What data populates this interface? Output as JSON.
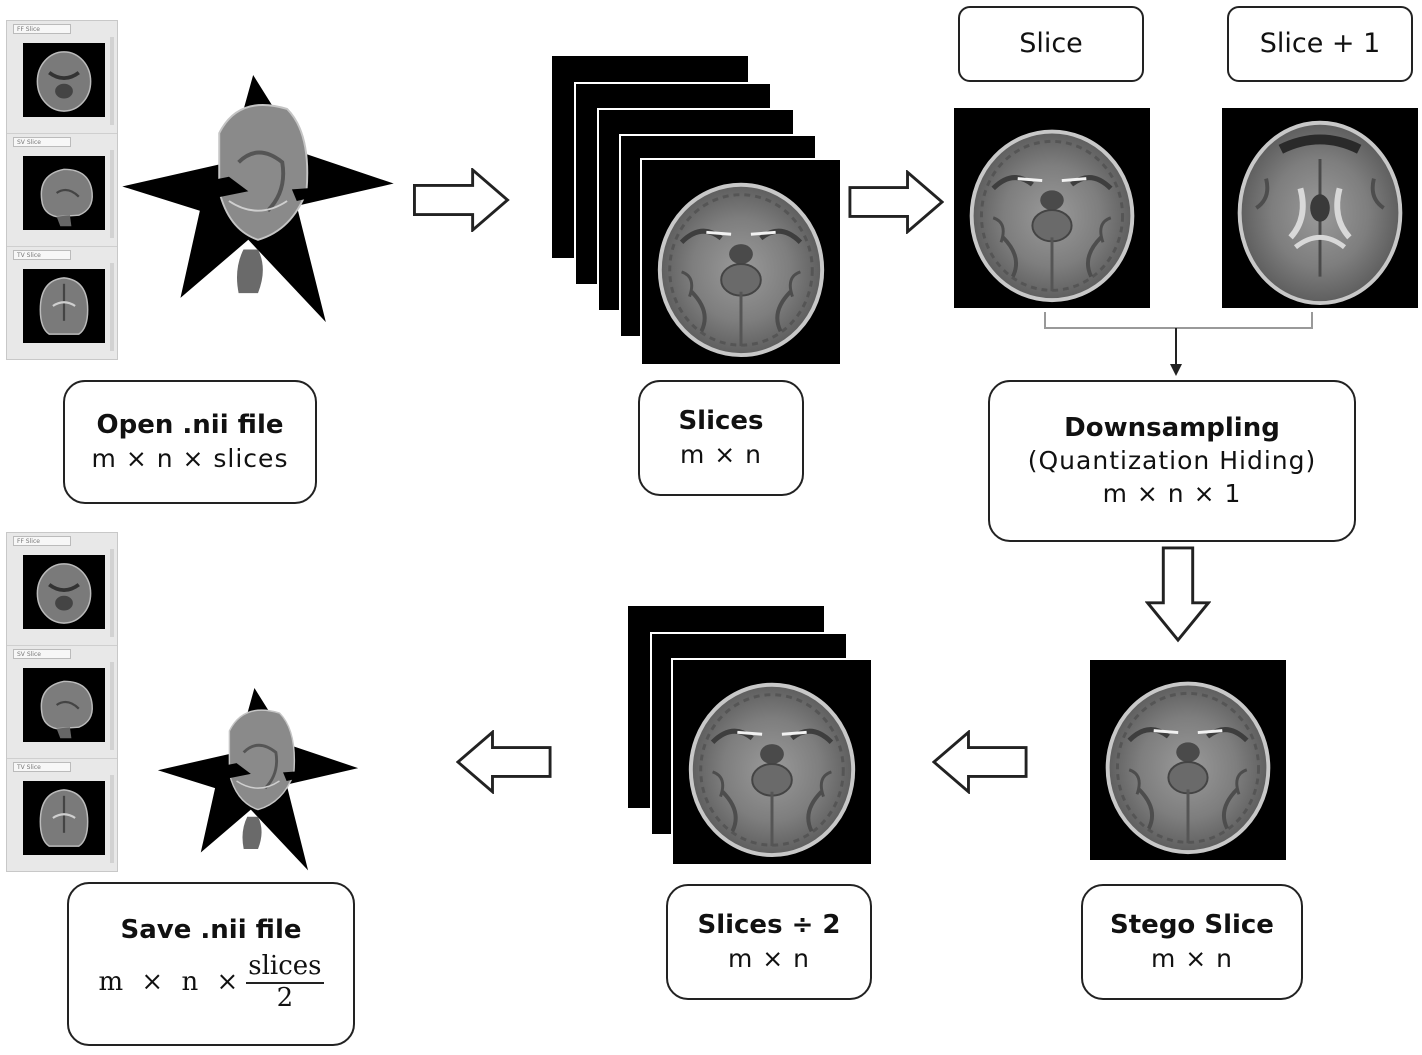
{
  "labels": {
    "open_title": "Open .nii file",
    "open_sub": "m × n × slices",
    "slices_title": "Slices",
    "slices_sub": "m × n",
    "slice_label": "Slice",
    "slice_plus1_label": "Slice + 1",
    "down_title": "Downsampling",
    "down_sub1": "(Quantization Hiding)",
    "down_sub2": "m × n × 1",
    "stego_title": "Stego Slice",
    "stego_sub": "m × n",
    "half_title": "Slices ÷ 2",
    "half_sub": "m × n",
    "save_title": "Save .nii file",
    "save_sub_left": "m × n ×",
    "save_frac_num": "slices",
    "save_frac_den": "2"
  },
  "viewer_tabs": [
    "FF Slice",
    "SV Slice",
    "TV Slice"
  ],
  "colors": {
    "line": "#222222",
    "connector": "#999999",
    "brain_gray": "#8a8a8a"
  }
}
